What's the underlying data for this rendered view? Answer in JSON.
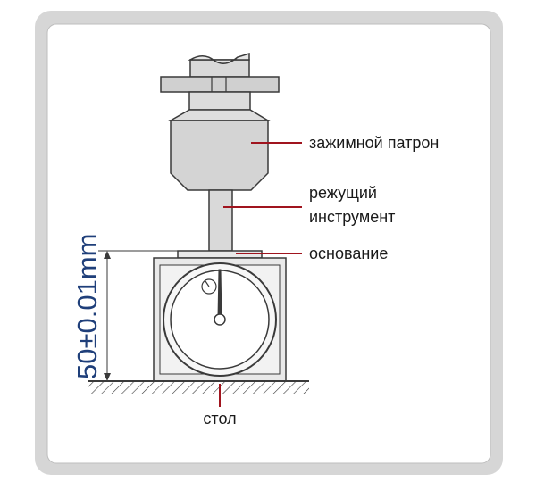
{
  "labels": {
    "chuck": "зажимной патрон",
    "tool_line1": "режущий",
    "tool_line2": "инструмент",
    "base": "основание",
    "table": "стол",
    "dimension": "50±0.01mm"
  },
  "colors": {
    "frame_outer": "#d6d6d6",
    "frame_inner": "#ffffff",
    "outline": "#3a3a3a",
    "part_fill": "#d9d9d9",
    "part_fill_light": "#e8e8e8",
    "leader_line": "#a0141e",
    "dimension_text": "#1f3f7a",
    "label_text": "#1a1a1a"
  }
}
